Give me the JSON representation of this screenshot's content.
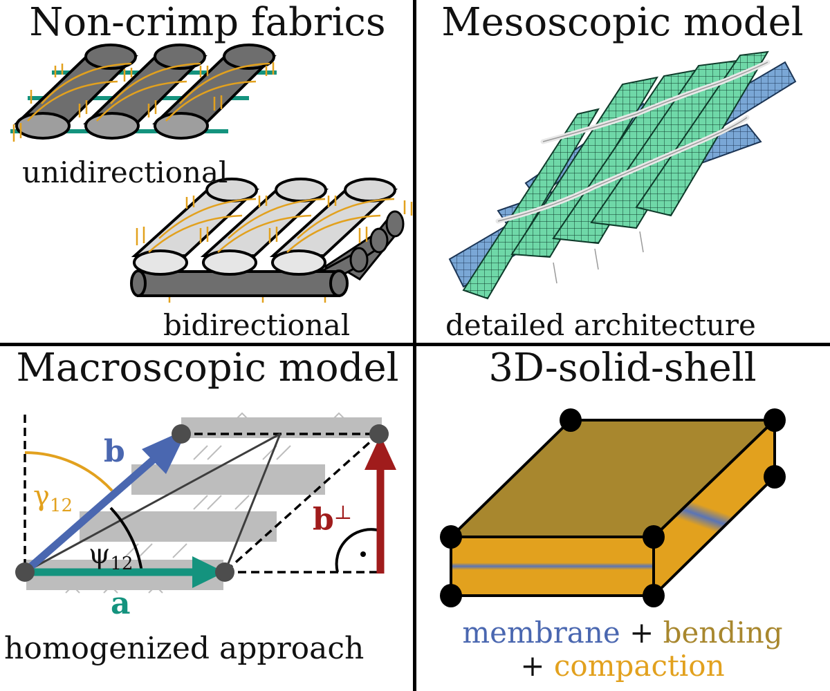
{
  "panels": {
    "noncrimp": {
      "title": "Non-crimp fabrics",
      "label_uni": "unidirectional",
      "label_bi": "bidirectional"
    },
    "meso": {
      "title": "Mesoscopic model",
      "label": "detailed architecture"
    },
    "macro": {
      "title": "Macroscopic model",
      "label": "homogenized approach",
      "vec_a": "a",
      "vec_b": "b",
      "vec_bperp": "b",
      "perp_symbol": "⊥",
      "gamma": "γ",
      "gamma_sub": "12",
      "psi": "ψ",
      "psi_sub": "12"
    },
    "shell": {
      "title": "3D-solid-shell",
      "word_membrane": "membrane",
      "plus1": " + ",
      "word_bending": "bending",
      "plus2": "+ ",
      "word_compaction": "compaction"
    }
  },
  "colors": {
    "teal": "#14937e",
    "blue": "#4a67b0",
    "red": "#a01c1c",
    "orange": "#e2a11e",
    "brown": "#a8872e",
    "mesh_green": "#6fd8a8",
    "mesh_blue": "#7aa7d6"
  }
}
